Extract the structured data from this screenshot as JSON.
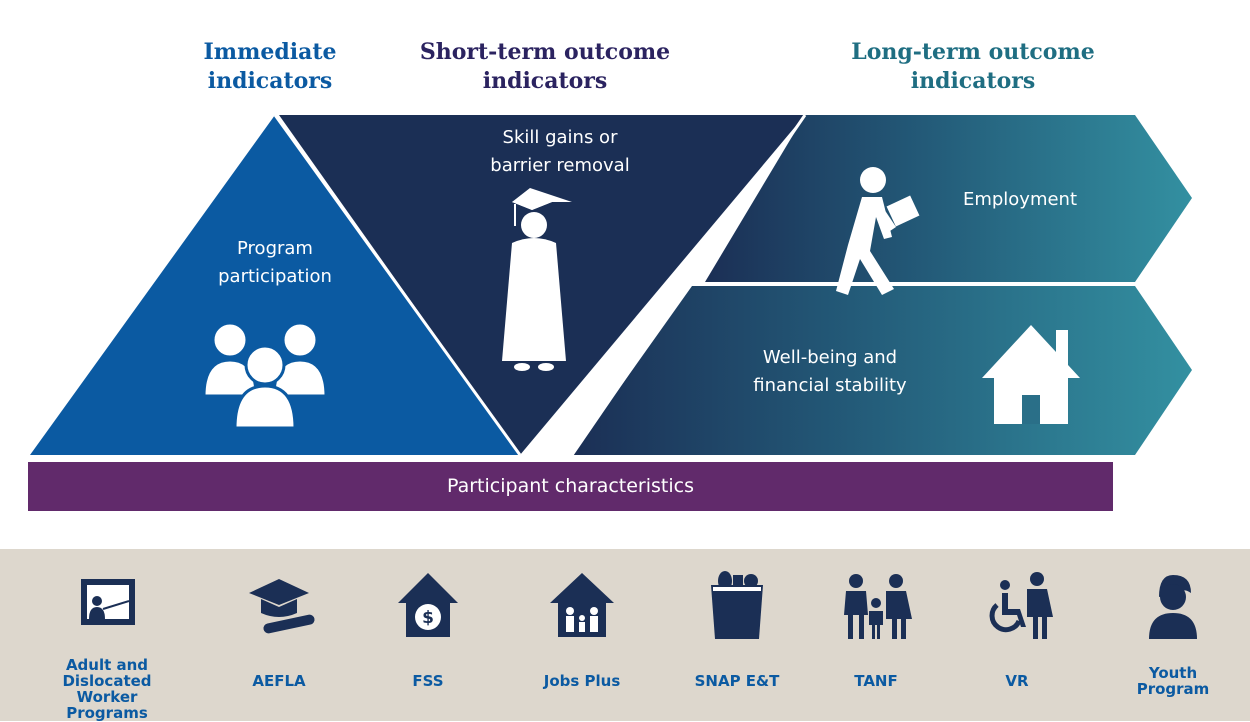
{
  "headers": {
    "immediate": [
      "Immediate",
      "indicators"
    ],
    "short_term": [
      "Short-term outcome",
      "indicators"
    ],
    "long_term": [
      "Long-term outcome",
      "indicators"
    ]
  },
  "stages": {
    "program_participation": [
      "Program",
      "participation"
    ],
    "skill_gains": [
      "Skill gains or",
      "barrier removal"
    ],
    "employment": [
      "Employment"
    ],
    "wellbeing": [
      "Well-being and",
      "financial stability"
    ]
  },
  "bar_label": "Participant characteristics",
  "icons": {
    "program_participation": "group-of-people-icon",
    "skill_gains": "graduate-icon",
    "employment": "walking-person-briefcase-icon",
    "wellbeing": "house-icon"
  },
  "programs": [
    {
      "label": [
        "Adult and",
        "Dislocated",
        "Worker Programs"
      ],
      "icon": "classroom-teacher-icon"
    },
    {
      "label": [
        "AEFLA"
      ],
      "icon": "graduation-cap-diploma-icon"
    },
    {
      "label": [
        "FSS"
      ],
      "icon": "house-dollar-icon"
    },
    {
      "label": [
        "Jobs Plus"
      ],
      "icon": "house-family-icon"
    },
    {
      "label": [
        "SNAP E&T"
      ],
      "icon": "grocery-bag-icon"
    },
    {
      "label": [
        "TANF"
      ],
      "icon": "family-icon"
    },
    {
      "label": [
        "VR"
      ],
      "icon": "accessibility-person-icon"
    },
    {
      "label": [
        "Youth",
        "Program"
      ],
      "icon": "youth-person-icon"
    }
  ],
  "colors": {
    "immediate_blue": "#0b5aa2",
    "navy": "#1b2f55",
    "teal": "#2f8597",
    "purple": "#612a6b",
    "band": "#ddd7cd",
    "program_label": "#0b5aa2"
  }
}
